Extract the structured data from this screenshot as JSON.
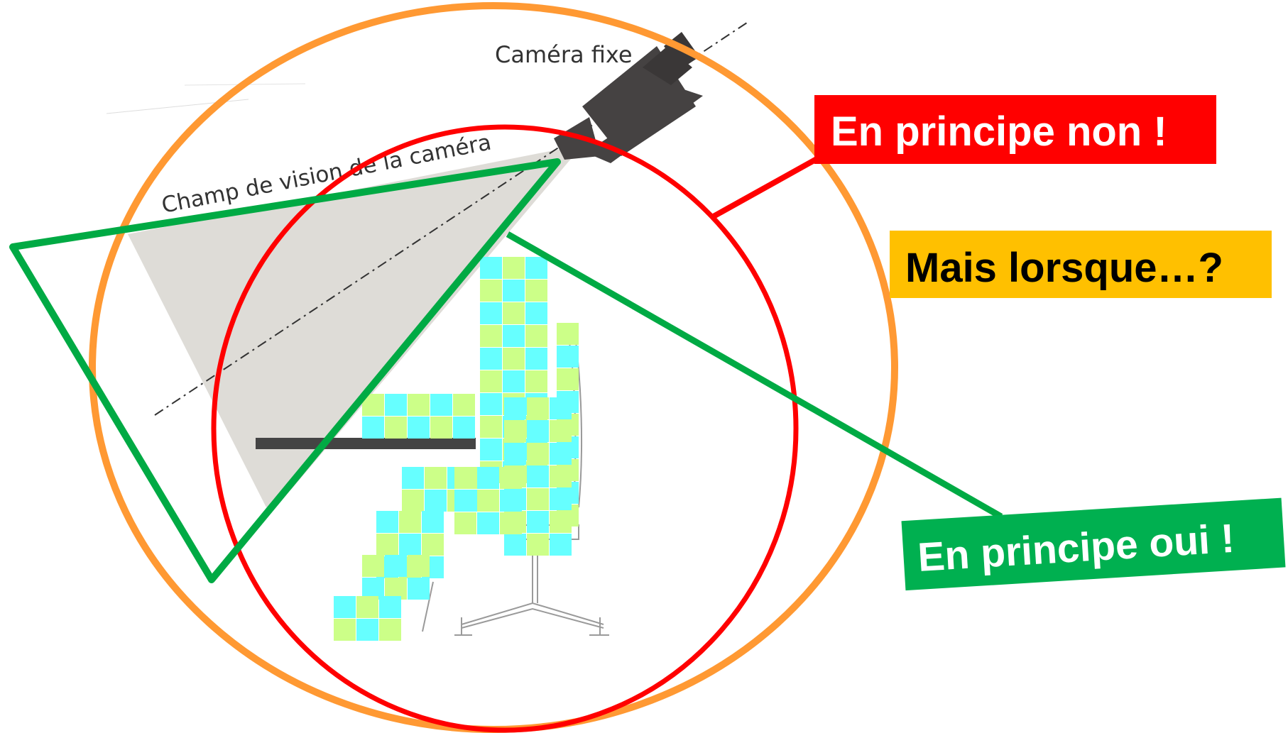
{
  "diagram": {
    "camera_label": "Caméra fixe",
    "field_label": "Champ de vision de la caméra"
  },
  "callouts": {
    "no": {
      "text": "En principe non !",
      "bg": "#ff0000",
      "fg": "#ffffff"
    },
    "maybe": {
      "text": "Mais lorsque…?",
      "bg": "#ffc000",
      "fg": "#000000"
    },
    "yes": {
      "text": "En principe oui !",
      "bg": "#00b050",
      "fg": "#ffffff"
    }
  },
  "colors": {
    "orange_circle": "#ff9933",
    "red_circle": "#ff0000",
    "green_triangle": "#00aa44",
    "field_fill": "#dcdad5",
    "camera_body": "#454242",
    "desk": "#444444",
    "pixel_a": "#66ffff",
    "pixel_b": "#ccff88"
  },
  "icons": {
    "camera": "camera-icon",
    "person": "pixelated-person-icon",
    "chair": "office-chair-icon"
  }
}
